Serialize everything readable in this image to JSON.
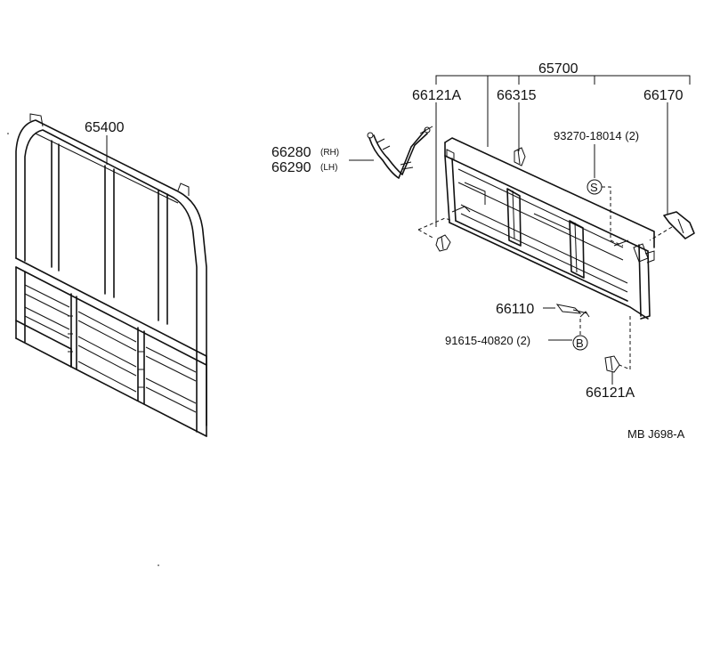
{
  "labels": {
    "p65400": "65400",
    "p65700": "65700",
    "p66121a_top": "66121A",
    "p66315": "66315",
    "p66170": "66170",
    "p93270": "93270-18014 (2)",
    "p66280": "66280",
    "p66280_side": "(RH)",
    "p66290": "66290",
    "p66290_side": "(LH)",
    "p66110": "66110",
    "p91615": "91615-40820 (2)",
    "p66121a_bottom": "66121A",
    "ref_code": "MB  J698-A"
  },
  "callouts": {
    "s_marker": "S",
    "b_marker": "B"
  }
}
